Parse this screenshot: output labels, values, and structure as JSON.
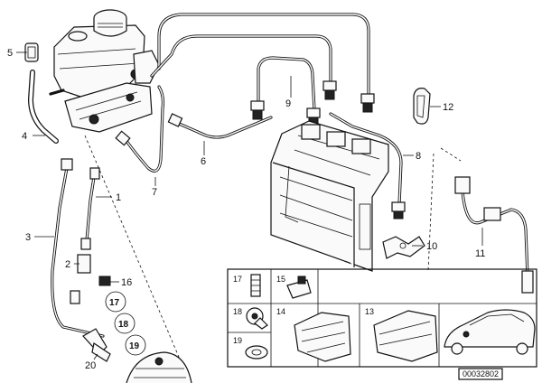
{
  "callouts": {
    "c1": "1",
    "c2": "2",
    "c3": "3",
    "c4": "4",
    "c5": "5",
    "c6": "6",
    "c7": "7",
    "c8": "8",
    "c9": "9",
    "c10": "10",
    "c11": "11",
    "c12": "12",
    "c16": "16",
    "c17": "17",
    "c18": "18",
    "c19": "19",
    "c20": "20"
  },
  "inset": {
    "i13": "13",
    "i14": "14",
    "i15": "15",
    "i17": "17",
    "i18": "18",
    "i19": "19"
  },
  "diagram_id": "00032802"
}
